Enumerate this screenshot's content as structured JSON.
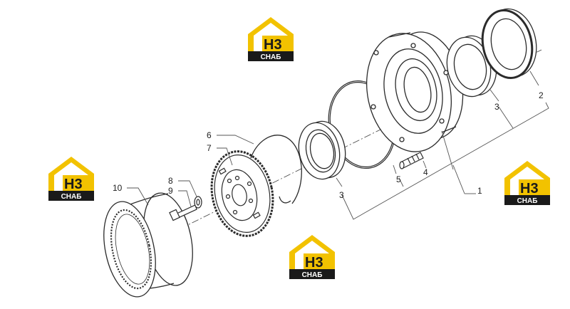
{
  "callouts": {
    "c1": "1",
    "c2": "2",
    "c3a": "3",
    "c3b": "3",
    "c4": "4",
    "c5": "5",
    "c6": "6",
    "c7": "7",
    "c8": "8",
    "c9": "9",
    "c10": "10"
  },
  "watermark": {
    "brand_letters": "H3",
    "brand_name": "СНАБ",
    "colors": {
      "yellow": "#f2c200",
      "dark": "#1a1a1a",
      "white": "#ffffff"
    }
  },
  "colors": {
    "line": "#2b2b2b",
    "leader": "#555555",
    "bg": "#ffffff"
  }
}
